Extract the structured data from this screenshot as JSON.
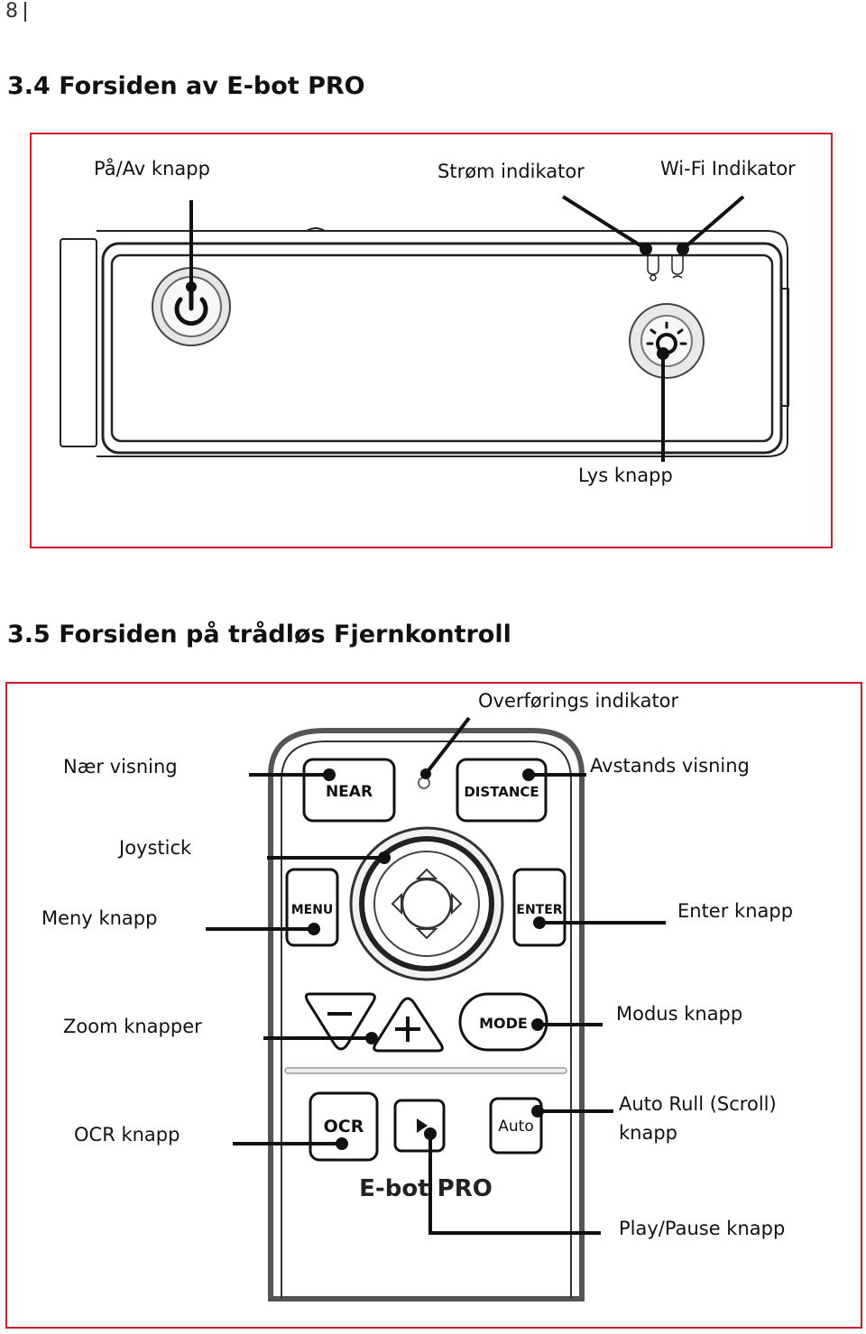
{
  "page": {
    "number": "8"
  },
  "section1": {
    "heading": "3.4 Forsiden av E-bot PRO",
    "labels": {
      "power": "På/Av knapp",
      "power_indicator": "Strøm indikator",
      "wifi_indicator": "Wi-Fi Indikator",
      "light": "Lys knapp"
    },
    "icons": [
      "power-button-icon",
      "power-indicator-icon",
      "wifi-indicator-icon",
      "light-button-icon"
    ]
  },
  "section2": {
    "heading": "3.5 Forsiden på trådløs Fjernkontroll",
    "labels": {
      "transfer": "Overførings indikator",
      "near_view": "Nær visning",
      "distance_view": "Avstands visning",
      "joystick": "Joystick",
      "menu": "Meny knapp",
      "enter": "Enter knapp",
      "zoom": "Zoom knapper",
      "mode": "Modus knapp",
      "ocr": "OCR knapp",
      "auto_scroll_1": "Auto Rull (Scroll)",
      "auto_scroll_2": "knapp",
      "play_pause": "Play/Pause knapp"
    },
    "remote_buttons": {
      "near": "NEAR",
      "distance": "DISTANCE",
      "menu": "MENU",
      "enter": "ENTER",
      "minus": "−",
      "plus": "+",
      "mode": "MODE",
      "ocr": "OCR",
      "auto": "Auto",
      "brand": "E-bot PRO"
    }
  },
  "colors": {
    "frame": "#c8202a",
    "line": "#111111"
  }
}
